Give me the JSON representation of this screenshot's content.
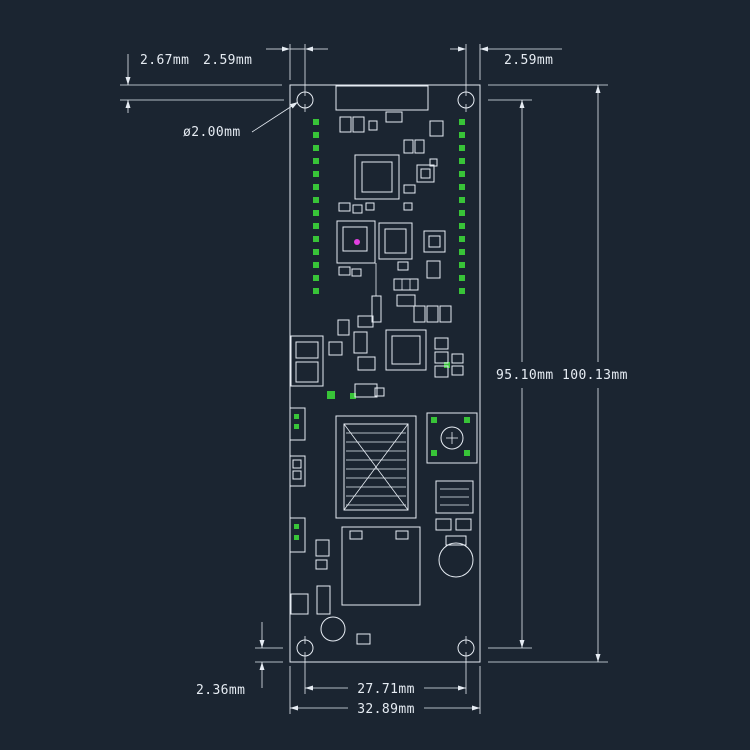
{
  "title": "PCB dimensional drawing",
  "colors": {
    "bg": "#1b2531",
    "line": "#e6ecf3",
    "green": "#38c438",
    "magenta": "#e240e2"
  },
  "dims": {
    "hole_diameter": "ø2.00mm",
    "top_hole_vertical_offset": "2.67mm",
    "top_left_edge_to_hole": "2.59mm",
    "top_right_edge_to_hole": "2.59mm",
    "holes_vertical_pitch": "95.10mm",
    "board_height": "100.13mm",
    "bottom_hole_vertical_offset": "2.36mm",
    "holes_horizontal_pitch": "27.71mm",
    "board_width": "32.89mm"
  }
}
